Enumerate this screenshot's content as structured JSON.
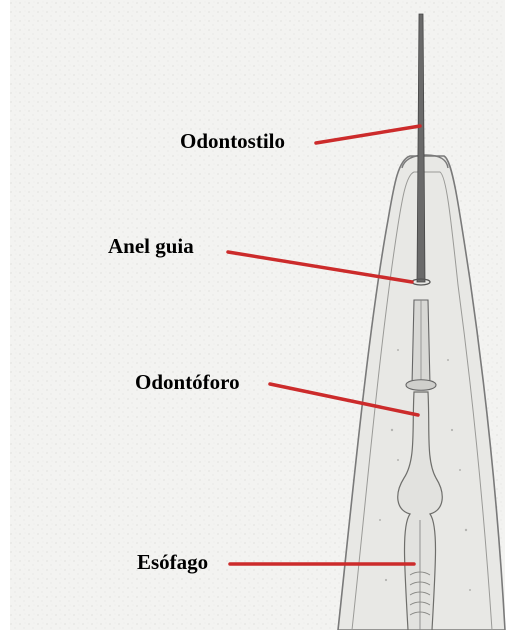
{
  "figure": {
    "labels": [
      {
        "id": "odontostilo",
        "text": "Odontostilo"
      },
      {
        "id": "anel-guia",
        "text": "Anel guia"
      },
      {
        "id": "odontoforo",
        "text": "Odontóforo"
      },
      {
        "id": "esofago",
        "text": "Esófago"
      }
    ],
    "colors": {
      "background": "#f3f3f1",
      "leader_line": "#cc2b2b",
      "outline": "#7a7a7a",
      "stylet": "#555555"
    }
  }
}
